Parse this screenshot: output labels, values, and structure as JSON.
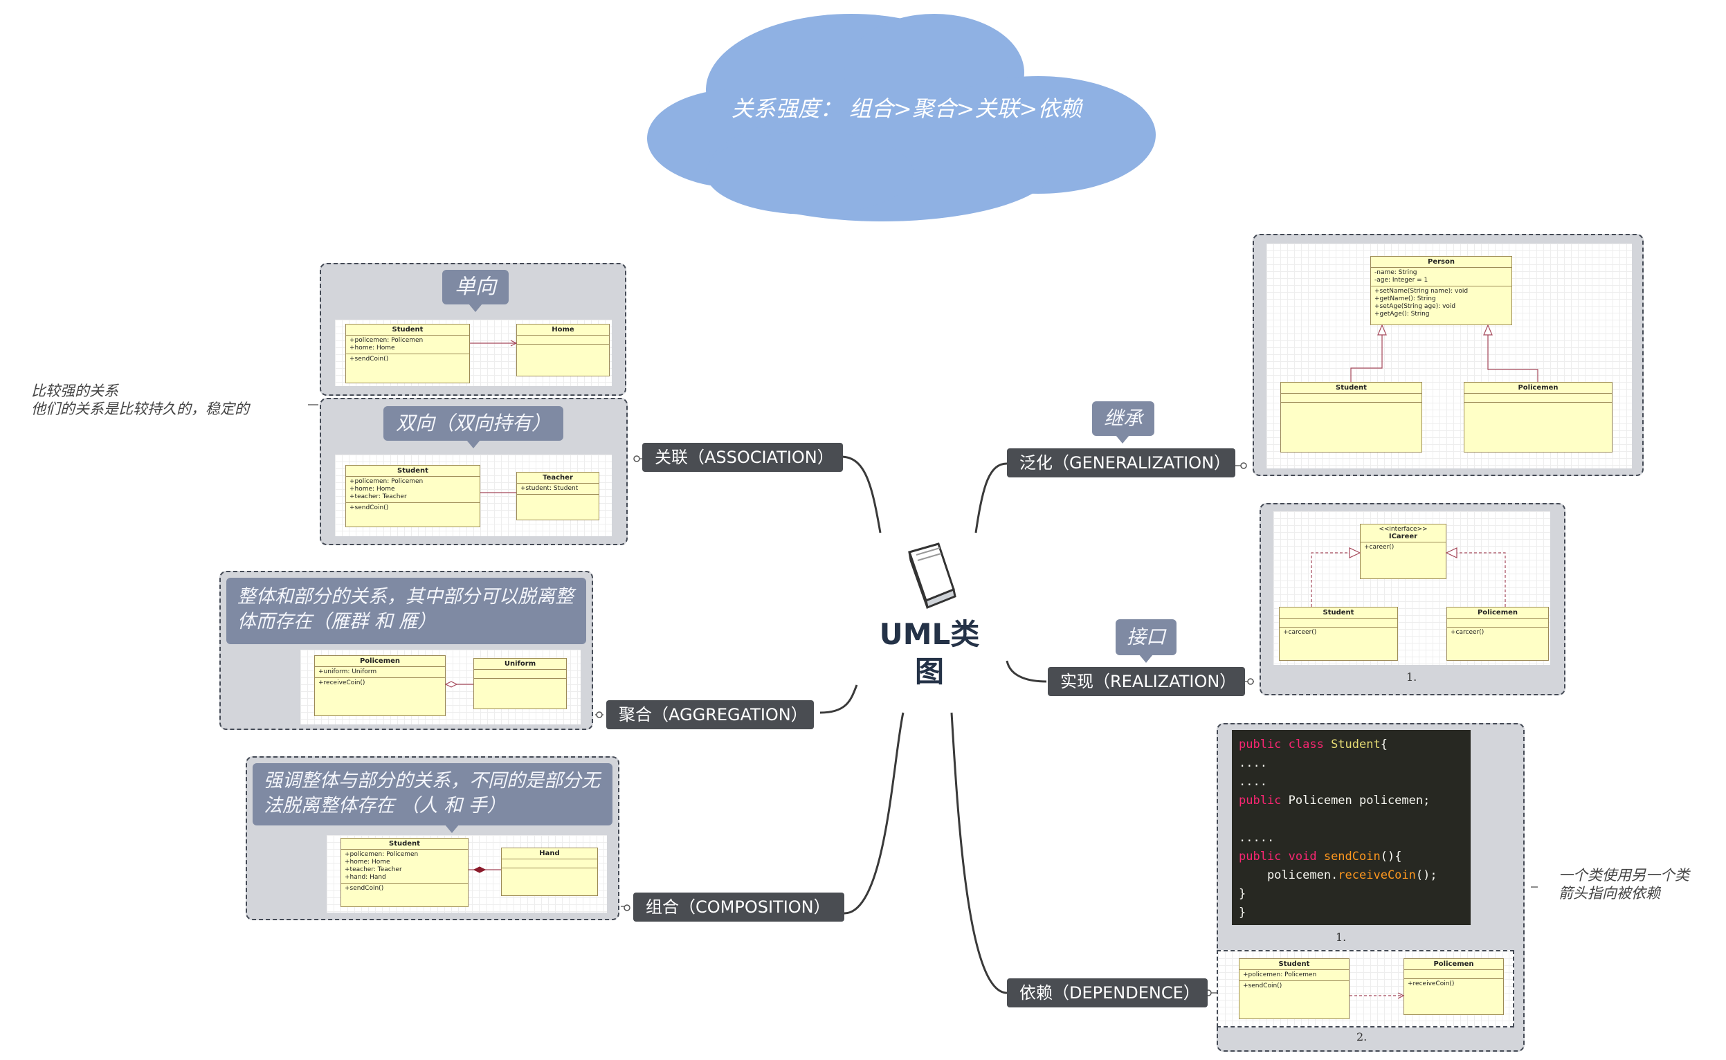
{
  "central": {
    "title": "UML类图"
  },
  "cloud": {
    "text": "关系强度：  组合>聚合>关联>依赖"
  },
  "branches": {
    "association": {
      "label": "关联（ASSOCIATION）",
      "note_lines": [
        "比较强的关系",
        "他们的关系是比较持久的，稳定的"
      ],
      "one_way_label": "单向",
      "two_way_label": "双向（双向持有）"
    },
    "aggregation": {
      "label": "聚合（AGGREGATION）",
      "callout": "整体和部分的关系，其中部分可以脱离整体而存在（雁群 和 雁）"
    },
    "composition": {
      "label": "组合（COMPOSITION）",
      "callout": "强调整体与部分的关系，不同的是部分无法脱离整体存在 （人 和 手）"
    },
    "generalization": {
      "label": "泛化（GENERALIZATION）",
      "callout": "继承"
    },
    "realization": {
      "label": "实现（REALIZATION）",
      "callout": "接口",
      "caption": "1."
    },
    "dependence": {
      "label": "依赖（DEPENDENCE）",
      "note_lines": [
        "一个类使用另一个类",
        "箭头指向被依赖"
      ],
      "caption1": "1.",
      "caption2": "2.",
      "code": [
        "public class Student{",
        "....",
        "....",
        "public Policemen policemen;",
        "",
        ".....",
        "public void sendCoin(){",
        "    policemen.receiveCoin();",
        "}",
        "}"
      ]
    }
  },
  "uml": {
    "assoc1_student": {
      "name": "Student",
      "attrs": [
        "+policemen: Policemen",
        "+home: Home"
      ],
      "ops": [
        "+sendCoin()"
      ]
    },
    "assoc1_home": {
      "name": "Home",
      "attrs": [
        ""
      ],
      "ops": [
        ""
      ]
    },
    "assoc2_student": {
      "name": "Student",
      "attrs": [
        "+policemen: Policemen",
        "+home: Home",
        "+teacher: Teacher"
      ],
      "ops": [
        "+sendCoin()"
      ]
    },
    "assoc2_teacher": {
      "name": "Teacher",
      "attrs": [
        "+student: Student"
      ],
      "ops": [
        ""
      ]
    },
    "agg_policemen": {
      "name": "Policemen",
      "attrs": [
        "+uniform: Uniform"
      ],
      "ops": [
        "+receiveCoin()"
      ]
    },
    "agg_uniform": {
      "name": "Uniform",
      "attrs": [
        ""
      ],
      "ops": [
        ""
      ]
    },
    "comp_student": {
      "name": "Student",
      "attrs": [
        "+policemen: Policemen",
        "+home: Home",
        "+teacher: Teacher",
        "+hand: Hand"
      ],
      "ops": [
        "+sendCoin()"
      ]
    },
    "comp_hand": {
      "name": "Hand",
      "attrs": [
        ""
      ],
      "ops": [
        ""
      ]
    },
    "gen_person": {
      "name": "Person",
      "attrs": [
        "-name: String",
        "-age: Integer = 1"
      ],
      "ops": [
        "+setName(String name): void",
        "+getName(): String",
        "+setAge(String age): void",
        "+getAge(): String"
      ]
    },
    "gen_student": {
      "name": "Student",
      "attrs": [
        ""
      ],
      "ops": [
        ""
      ]
    },
    "gen_policemen": {
      "name": "Policemen",
      "attrs": [
        ""
      ],
      "ops": [
        ""
      ]
    },
    "real_icareer": {
      "stereotype": "<<interface>>",
      "name": "ICareer",
      "attrs": [
        ""
      ],
      "ops": [
        "+career()"
      ]
    },
    "real_student": {
      "name": "Student",
      "attrs": [
        ""
      ],
      "ops": [
        "+carceer()"
      ]
    },
    "real_policemen": {
      "name": "Policemen",
      "attrs": [
        ""
      ],
      "ops": [
        "+carceer()"
      ]
    },
    "dep_student": {
      "name": "Student",
      "attrs": [
        "+policemen: Policemen"
      ],
      "ops": [
        "+sendCoin()"
      ]
    },
    "dep_policemen": {
      "name": "Policemen",
      "attrs": [
        ""
      ],
      "ops": [
        "+receiveCoin()"
      ]
    }
  },
  "colors": {
    "cloud": "#8fb1e3",
    "node": "#4a4d52",
    "callout": "#7f8aa3",
    "panel": "#d3d5da",
    "uml_fill": "#ffffc6"
  }
}
